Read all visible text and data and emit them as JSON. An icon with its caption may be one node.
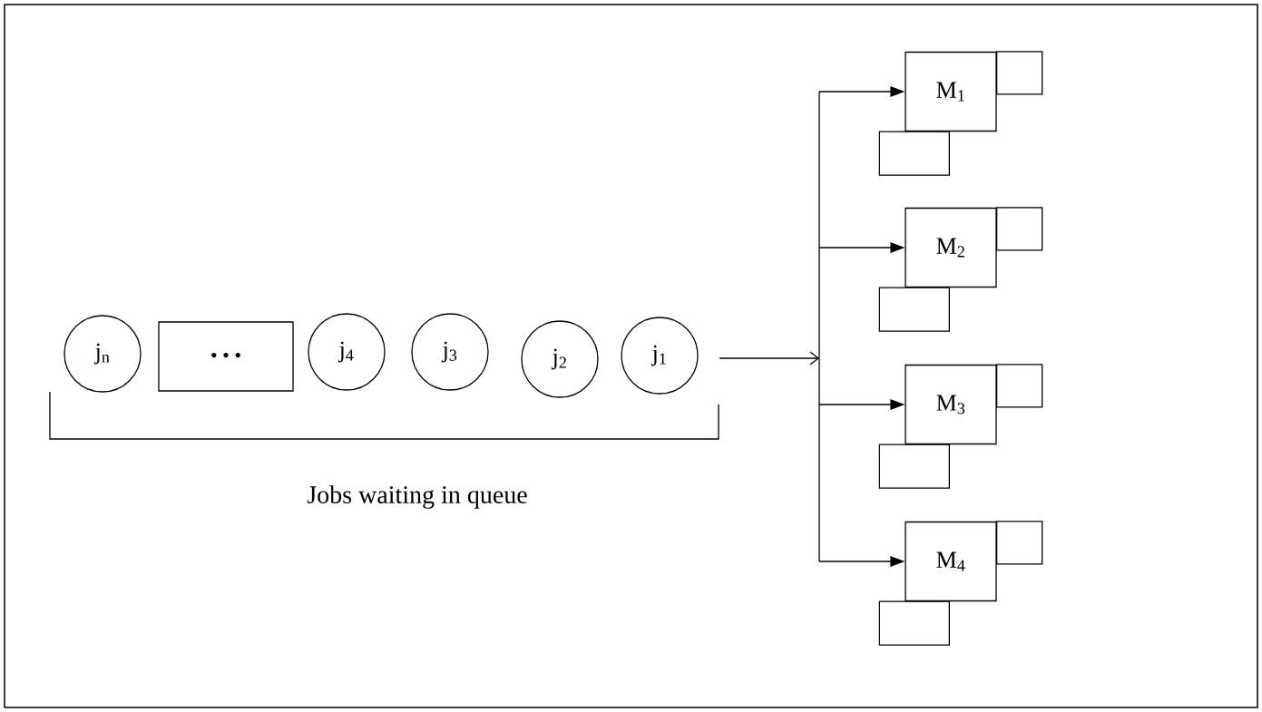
{
  "diagram": {
    "nodes": [
      {
        "text": [
          "j$_{n}$"
        ]
      },
      {
        "text": [
          "• • •"
        ]
      },
      {
        "text": [
          "j$_{4}$"
        ]
      },
      {
        "text": [
          "j$_{3}$"
        ]
      },
      {
        "text": [
          "j$_{2}$"
        ]
      },
      {
        "text": [
          "j$_{1}$"
        ]
      },
      {
        "text": [
          "M$_{1}$"
        ]
      },
      {
        "text": [
          "M$_{2}$"
        ]
      },
      {
        "text": [
          "M$_{3}$"
        ]
      },
      {
        "text": [
          "M$_{4}$"
        ]
      }
    ],
    "edges": [
      {
        "from": null,
        "to": 6,
        "arrow": "to"
      },
      {
        "from": null,
        "to": 7,
        "arrow": "to"
      },
      {
        "from": null,
        "to": 8,
        "arrow": "to"
      },
      {
        "from": null,
        "to": 9,
        "arrow": "to"
      }
    ],
    "labels": [
      "Jobs waiting in queue"
    ]
  }
}
